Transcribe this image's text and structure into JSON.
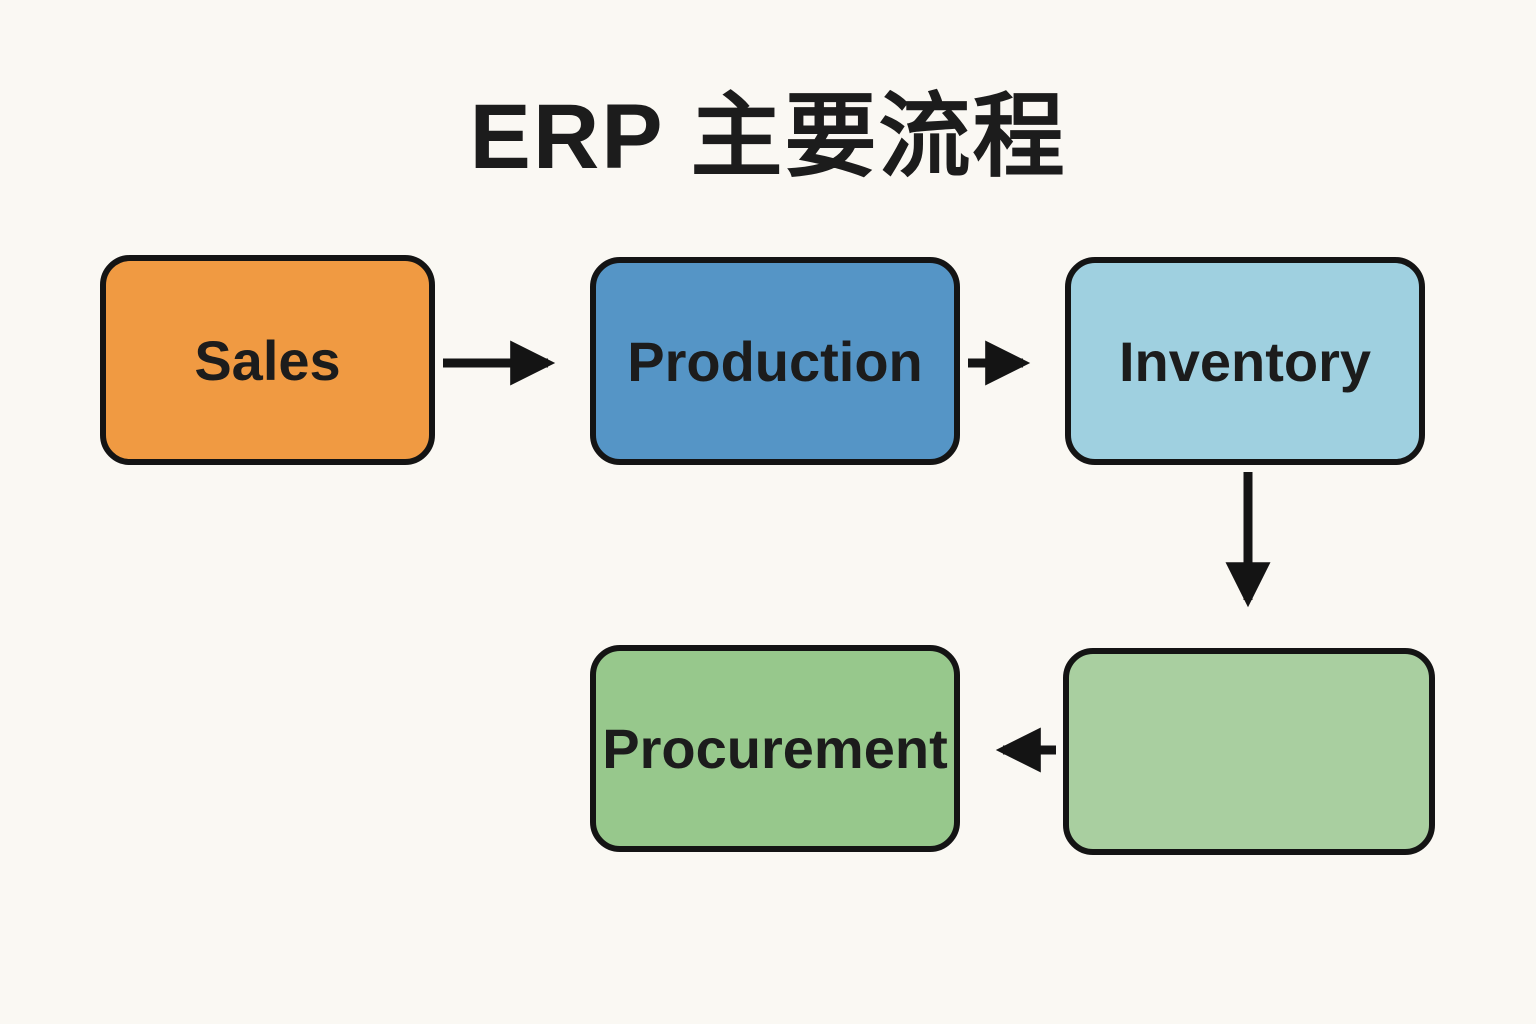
{
  "title": "ERP 主要流程",
  "colors": {
    "background": "#faf8f3",
    "border": "#141414",
    "arrow": "#141414",
    "text": "#1c1c1c",
    "sales": "#f09a42",
    "production": "#5595c6",
    "inventory": "#9fd0e0",
    "procurement": "#97c88c",
    "unlabeled": "#a9cfa0"
  },
  "nodes": [
    {
      "id": "sales",
      "label": "Sales",
      "color": "#f09a42"
    },
    {
      "id": "production",
      "label": "Production",
      "color": "#5595c6"
    },
    {
      "id": "inventory",
      "label": "Inventory",
      "color": "#9fd0e0"
    },
    {
      "id": "procurement",
      "label": "Procurement",
      "color": "#97c88c"
    },
    {
      "id": "unlabeled",
      "label": "",
      "color": "#a9cfa0"
    }
  ],
  "edges": [
    {
      "from": "sales",
      "to": "production"
    },
    {
      "from": "production",
      "to": "inventory"
    },
    {
      "from": "inventory",
      "to": "unlabeled"
    },
    {
      "from": "unlabeled",
      "to": "procurement"
    }
  ]
}
